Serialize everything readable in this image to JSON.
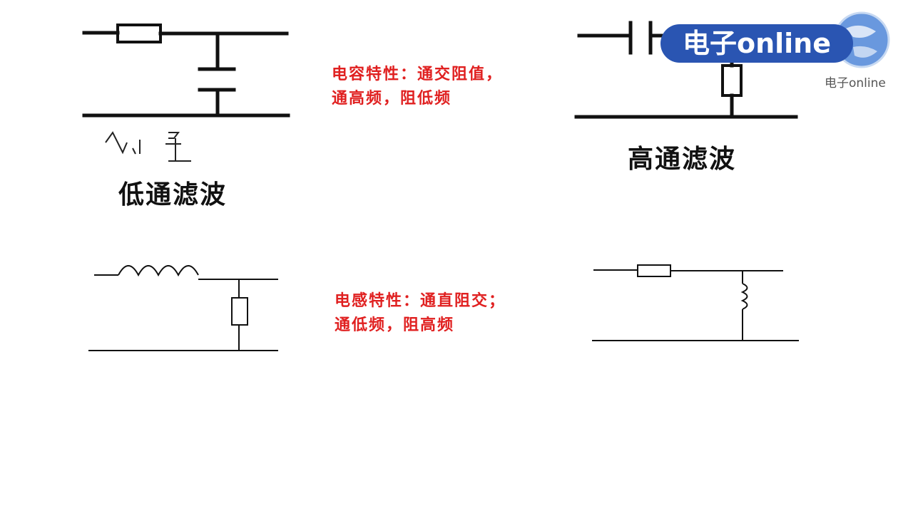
{
  "captions": {
    "low_pass": "低通滤波",
    "high_pass": "高通滤波"
  },
  "notes": {
    "capacitor": [
      "电容特性：通交阻值，",
      "通高频，阻低频"
    ],
    "inductor": [
      "电感特性：通直阻交；",
      "通低频，阻高频"
    ]
  },
  "handwriting": "小 子",
  "watermark": {
    "badge_text": "电子online",
    "small_text": "电子online",
    "badge_color": "#2a55b2",
    "globe_color": "#4f86d8"
  },
  "colors": {
    "note_text": "#e02020",
    "line": "#111111"
  }
}
